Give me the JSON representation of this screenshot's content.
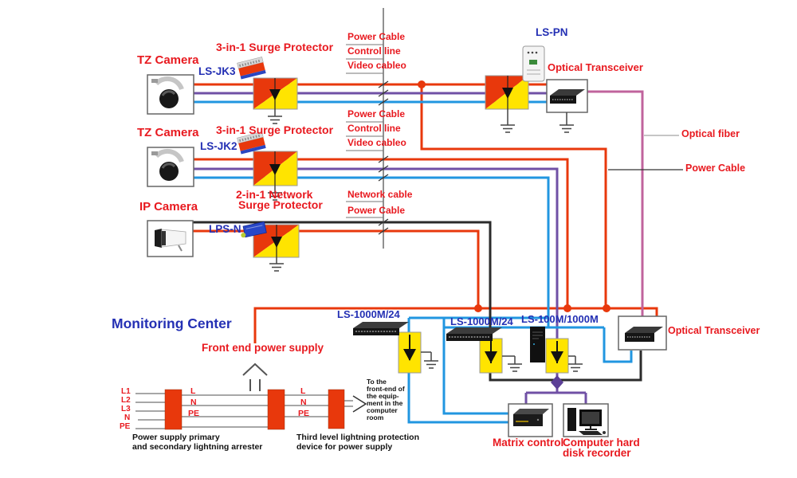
{
  "colors": {
    "label_red": "#e8191f",
    "label_blue": "#2430b4",
    "power_line": "#e8380c",
    "control_line": "#7050a5",
    "video_line": "#2196e0",
    "fiber_line": "#c0639d",
    "protector_yellow": "#ffe400"
  },
  "cameras": {
    "row1": {
      "label": "TZ Camera",
      "device": "LS-JK3",
      "protector": "3-in-1 Surge Protector",
      "cables": [
        "Power Cable",
        "Control line",
        "Video cableo"
      ]
    },
    "row2": {
      "label": "TZ Camera",
      "device": "LS-JK2",
      "protector": "3-in-1 Surge Protector",
      "cables": [
        "Power Cable",
        "Control line",
        "Video cableo"
      ]
    },
    "row3": {
      "label": "IP Camera",
      "device": "LPS-N",
      "protector_line1": "2-in-1 Network",
      "protector_line2": "Surge Protector",
      "cables": [
        "Network cable",
        "Power Cable"
      ]
    }
  },
  "top_right": {
    "device": "LS-PN",
    "transceiver": "Optical Transceiver"
  },
  "right_side": {
    "optical_fiber": "Optical fiber",
    "power_cable": "Power Cable",
    "transceiver": "Optical Transceiver"
  },
  "center": {
    "title": "Monitoring Center",
    "front_end_power": "Front end power supply"
  },
  "switches": {
    "sw1": "LS-1000M/24",
    "sw2": "LS-1000M/24",
    "sw3": "LS-100M/1000M"
  },
  "power_chain": {
    "inputs": [
      "L1",
      "L2",
      "L3",
      "N",
      "PE"
    ],
    "stage1": [
      "L",
      "N",
      "PE"
    ],
    "stage2": [
      "L",
      "N",
      "PE"
    ],
    "caption1": [
      "Power supply primary",
      "and secondary lightning arrester"
    ],
    "caption2": [
      "Third level lightning protection",
      "device for power supply"
    ],
    "to_room": [
      "To the",
      "front-end of",
      "the equip-",
      "ment in the",
      "computer",
      "room"
    ]
  },
  "bottom": {
    "matrix": "Matrix control",
    "computer": [
      "Computer hard",
      "disk recorder"
    ]
  }
}
